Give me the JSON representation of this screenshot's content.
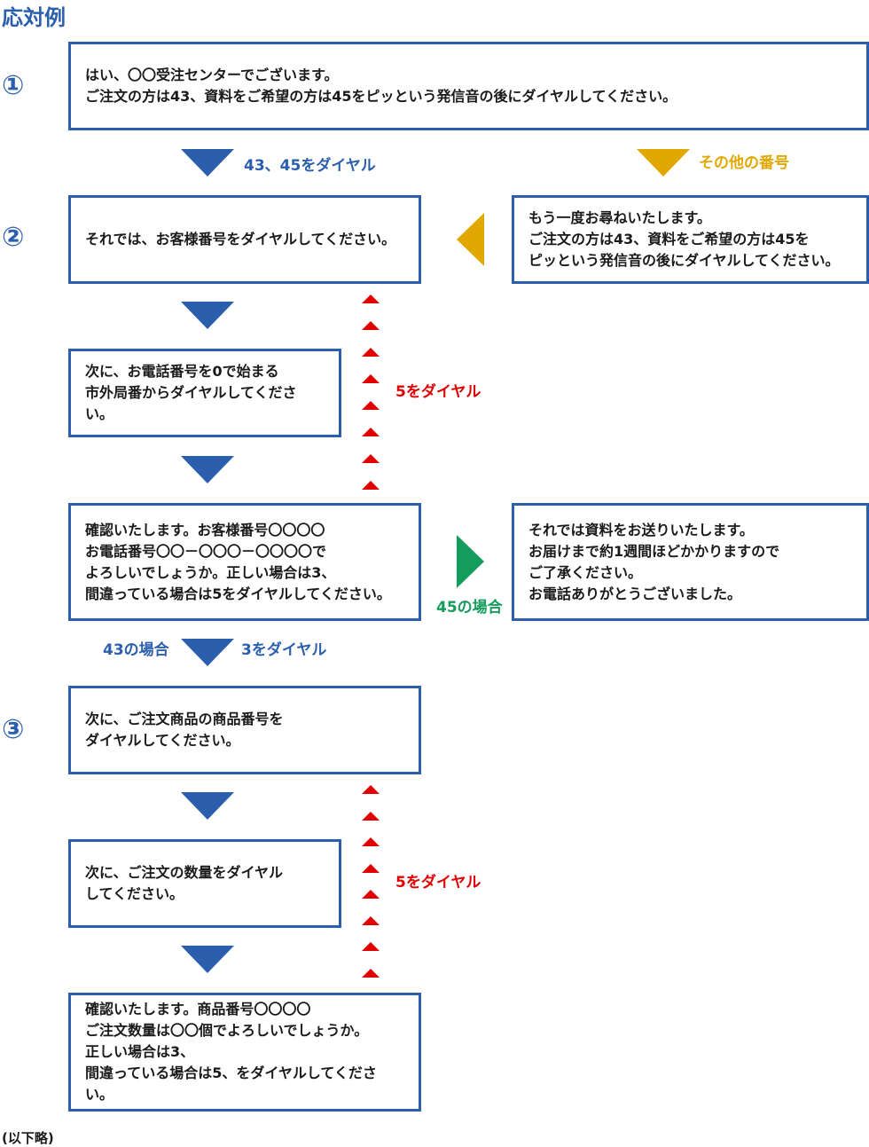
{
  "title": "応対例",
  "steps": [
    "①",
    "②",
    "③"
  ],
  "boxes": {
    "greeting": "はい、〇〇受注センターでございます。\nご注文の方は43、資料をご希望の方は45をピッという発信音の後にダイヤルしてください。",
    "customer_number": "それでは、お客様番号をダイヤルしてください。",
    "retry": "もう一度お尋ねいたします。\nご注文の方は43、資料をご希望の方は45を\nピッという発信音の後にダイヤルしてください。",
    "phone_number": "次に、お電話番号を0で始まる\n市外局番からダイヤルしてください。",
    "confirm_customer": "確認いたします。お客様番号〇〇〇〇\nお電話番号〇〇－〇〇〇－〇〇〇〇で\nよろしいでしょうか。正しい場合は3、\n間違っている場合は5をダイヤルしてください。",
    "materials": "それでは資料をお送りいたします。\nお届けまで約1週間ほどかかりますので\nご了承ください。\nお電話ありがとうございました。",
    "product_number": "次に、ご注文商品の商品番号を\nダイヤルしてください。",
    "quantity": "次に、ご注文の数量をダイヤル\nしてください。",
    "confirm_order": "確認いたします。商品番号〇〇〇〇\nご注文数量は〇〇個でよろしいでしょうか。\n正しい場合は3、\n間違っている場合は5、をダイヤルしてください。"
  },
  "labels": {
    "dial_43_45": "43、45をダイヤル",
    "other_number": "その他の番号",
    "dial_5_a": "5をダイヤル",
    "case_45": "45の場合",
    "case_43": "43の場合",
    "dial_3": "3をダイヤル",
    "dial_5_b": "5をダイヤル"
  },
  "footer_note": "(以下略)",
  "colors": {
    "blue": "#2b5fae",
    "yellow": "#e0a800",
    "red": "#e00000",
    "green": "#149c5c"
  }
}
